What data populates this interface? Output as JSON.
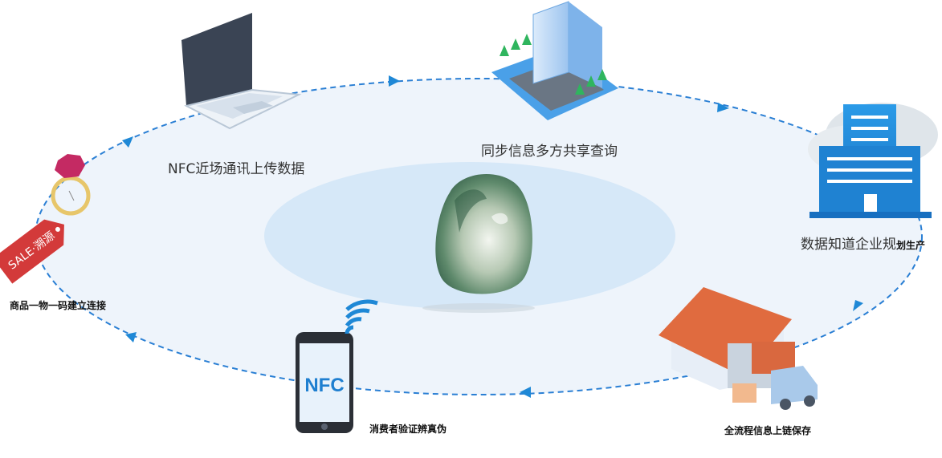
{
  "labels": {
    "nfc_upload": "NFC近场通讯上传数据",
    "sync_share": "同步信息多方共享查询",
    "data_planning": "数据知道企业规",
    "data_planning_tail": "划生产",
    "product_link": "商品一物一码建立连接",
    "consumer_verify": "消费者验证辨真伪",
    "chain_storage": "全流程信息上链保存"
  },
  "tag_text": "SALE·溯源",
  "phone_text": "NFC",
  "colors": {
    "ring": "#2a7fd4",
    "ellipse_fill": "#eef4fb",
    "inner_ellipse": "#d6e8f8",
    "accent_blue": "#1f88d6",
    "tag_red": "#d33a3a",
    "roof_orange": "#e06b3f"
  }
}
